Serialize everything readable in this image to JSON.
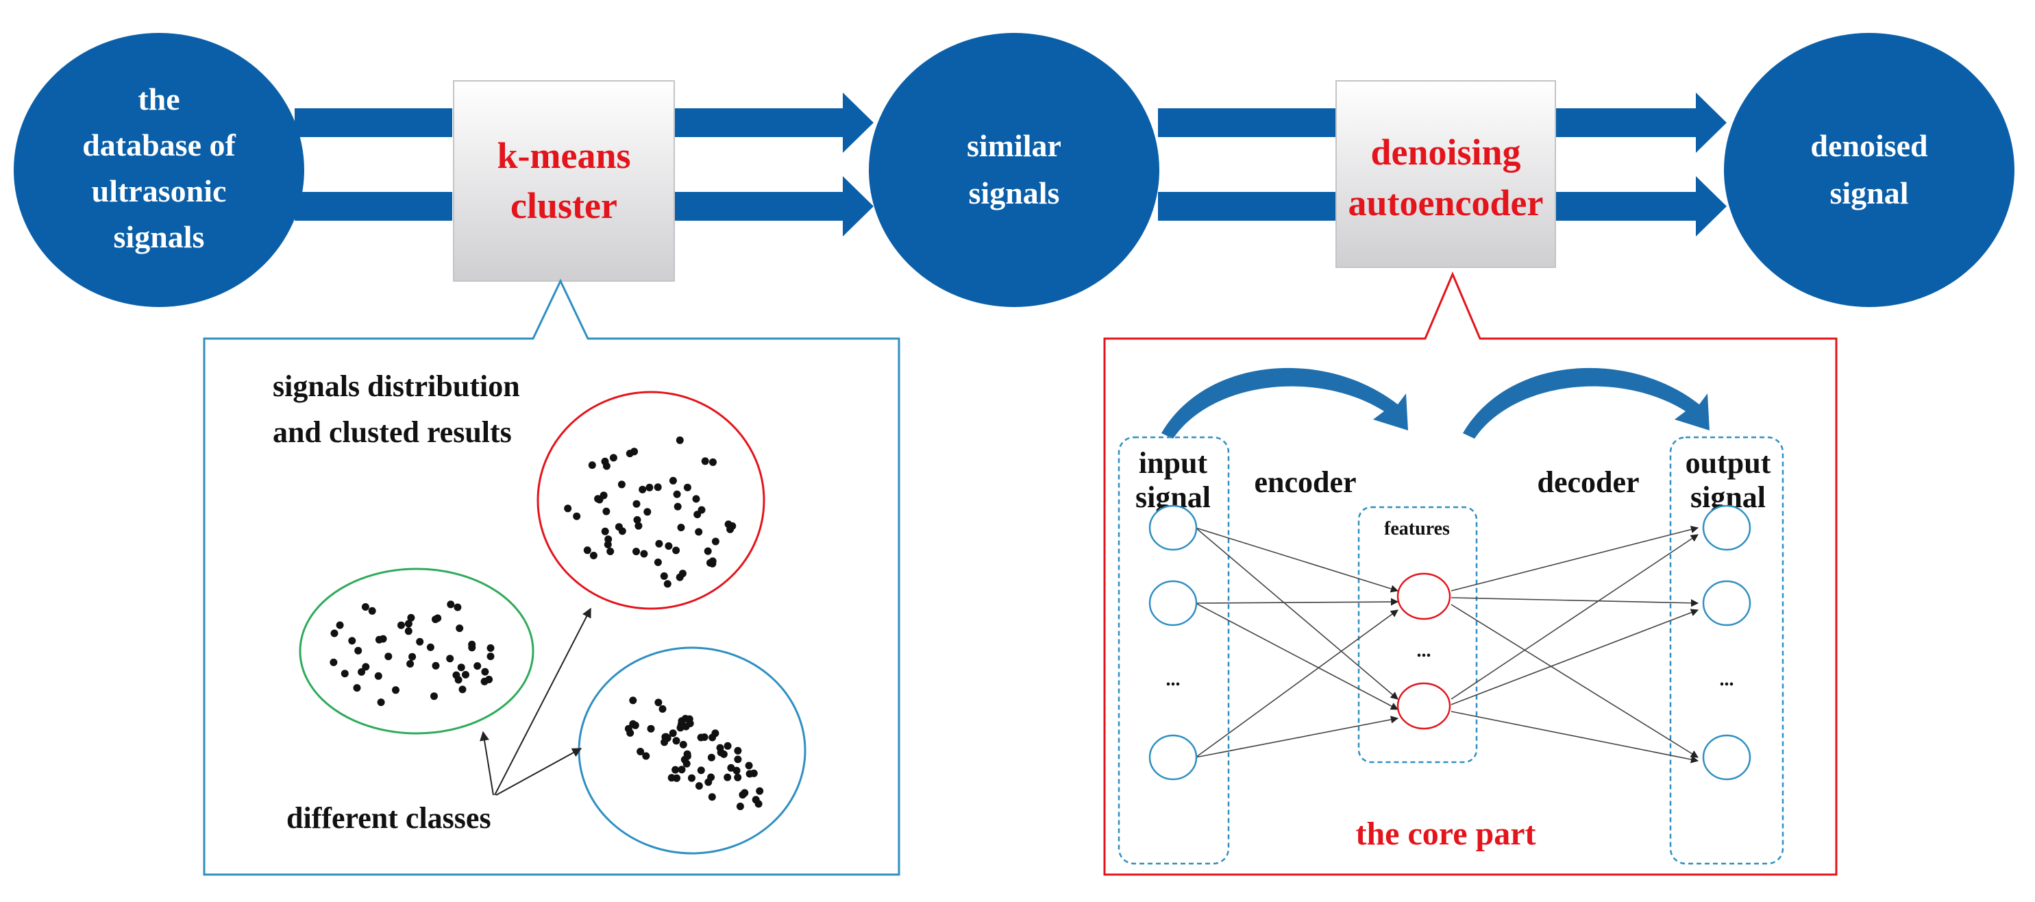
{
  "pipeline": {
    "database_node": [
      "the",
      "database of",
      "ultrasonic",
      "signals"
    ],
    "kmeans_box": [
      "k-means",
      "cluster"
    ],
    "similar_node": [
      "similar",
      "signals"
    ],
    "dae_box": [
      "denoising",
      "autoencoder"
    ],
    "output_node": [
      "denoised",
      "signal"
    ]
  },
  "kmeans_panel": {
    "title": [
      "signals distribution",
      "and clusted results"
    ],
    "classes_label": "different classes"
  },
  "dae_panel": {
    "input_label": [
      "input",
      "signal"
    ],
    "encoder_label": "encoder",
    "decoder_label": "decoder",
    "output_label": [
      "output",
      "signal"
    ],
    "features_label": "features",
    "ellipsis": "...",
    "core_label": "the core part"
  },
  "colors": {
    "node_blue": "#0a5fa8",
    "cluster_red": "#e3141b",
    "cluster_green": "#2eaa5a",
    "cluster_blue": "#2f8fc2",
    "panel_blue": "#2f8fc2",
    "panel_red": "#e3141b"
  }
}
